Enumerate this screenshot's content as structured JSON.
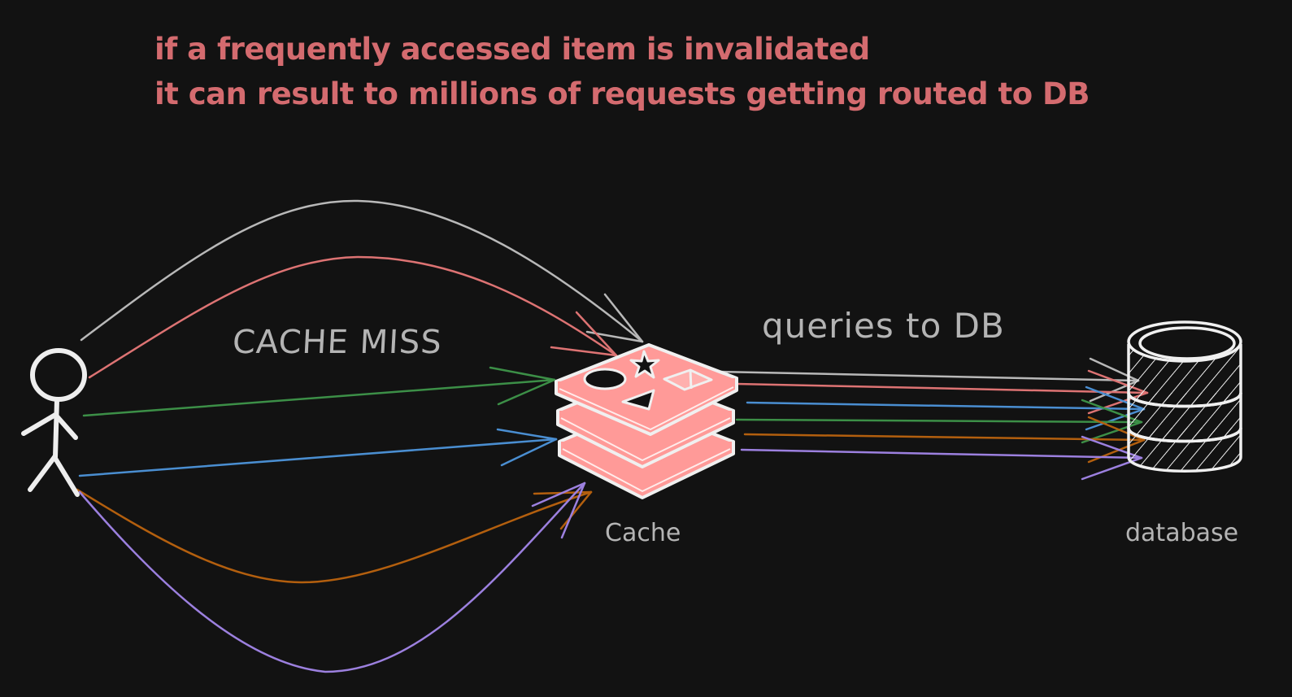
{
  "headline": {
    "line1": "if a frequently accessed item is invalidated",
    "line2": "it can result to millions of requests getting routed to DB",
    "color": "#d46b6f"
  },
  "labels": {
    "cache_miss": "CACHE MISS",
    "queries_to_db": "queries to DB",
    "cache": "Cache",
    "database": "database"
  },
  "nodes": {
    "user": {
      "icon": "stick-figure-icon",
      "color": "#eeeeee"
    },
    "cache": {
      "icon": "stacked-layers-icon",
      "fill": "#ff9a98",
      "stroke": "#f0f0f0"
    },
    "database": {
      "icon": "database-cylinder-icon",
      "stroke": "#f0f0f0"
    }
  },
  "request_arrows": [
    {
      "name": "gray",
      "color": "#b8b8b8"
    },
    {
      "name": "red",
      "color": "#dd7373"
    },
    {
      "name": "green",
      "color": "#3c8f47"
    },
    {
      "name": "blue",
      "color": "#4a8ed1"
    },
    {
      "name": "orange",
      "color": "#b35f0e"
    },
    {
      "name": "purple",
      "color": "#9c80df"
    }
  ],
  "db_query_arrows": [
    {
      "name": "gray",
      "color": "#b8b8b8"
    },
    {
      "name": "red",
      "color": "#dd7373"
    },
    {
      "name": "blue",
      "color": "#4a8ed1"
    },
    {
      "name": "green",
      "color": "#3c8f47"
    },
    {
      "name": "orange",
      "color": "#b35f0e"
    },
    {
      "name": "purple",
      "color": "#9c80df"
    }
  ],
  "background": "#121212"
}
